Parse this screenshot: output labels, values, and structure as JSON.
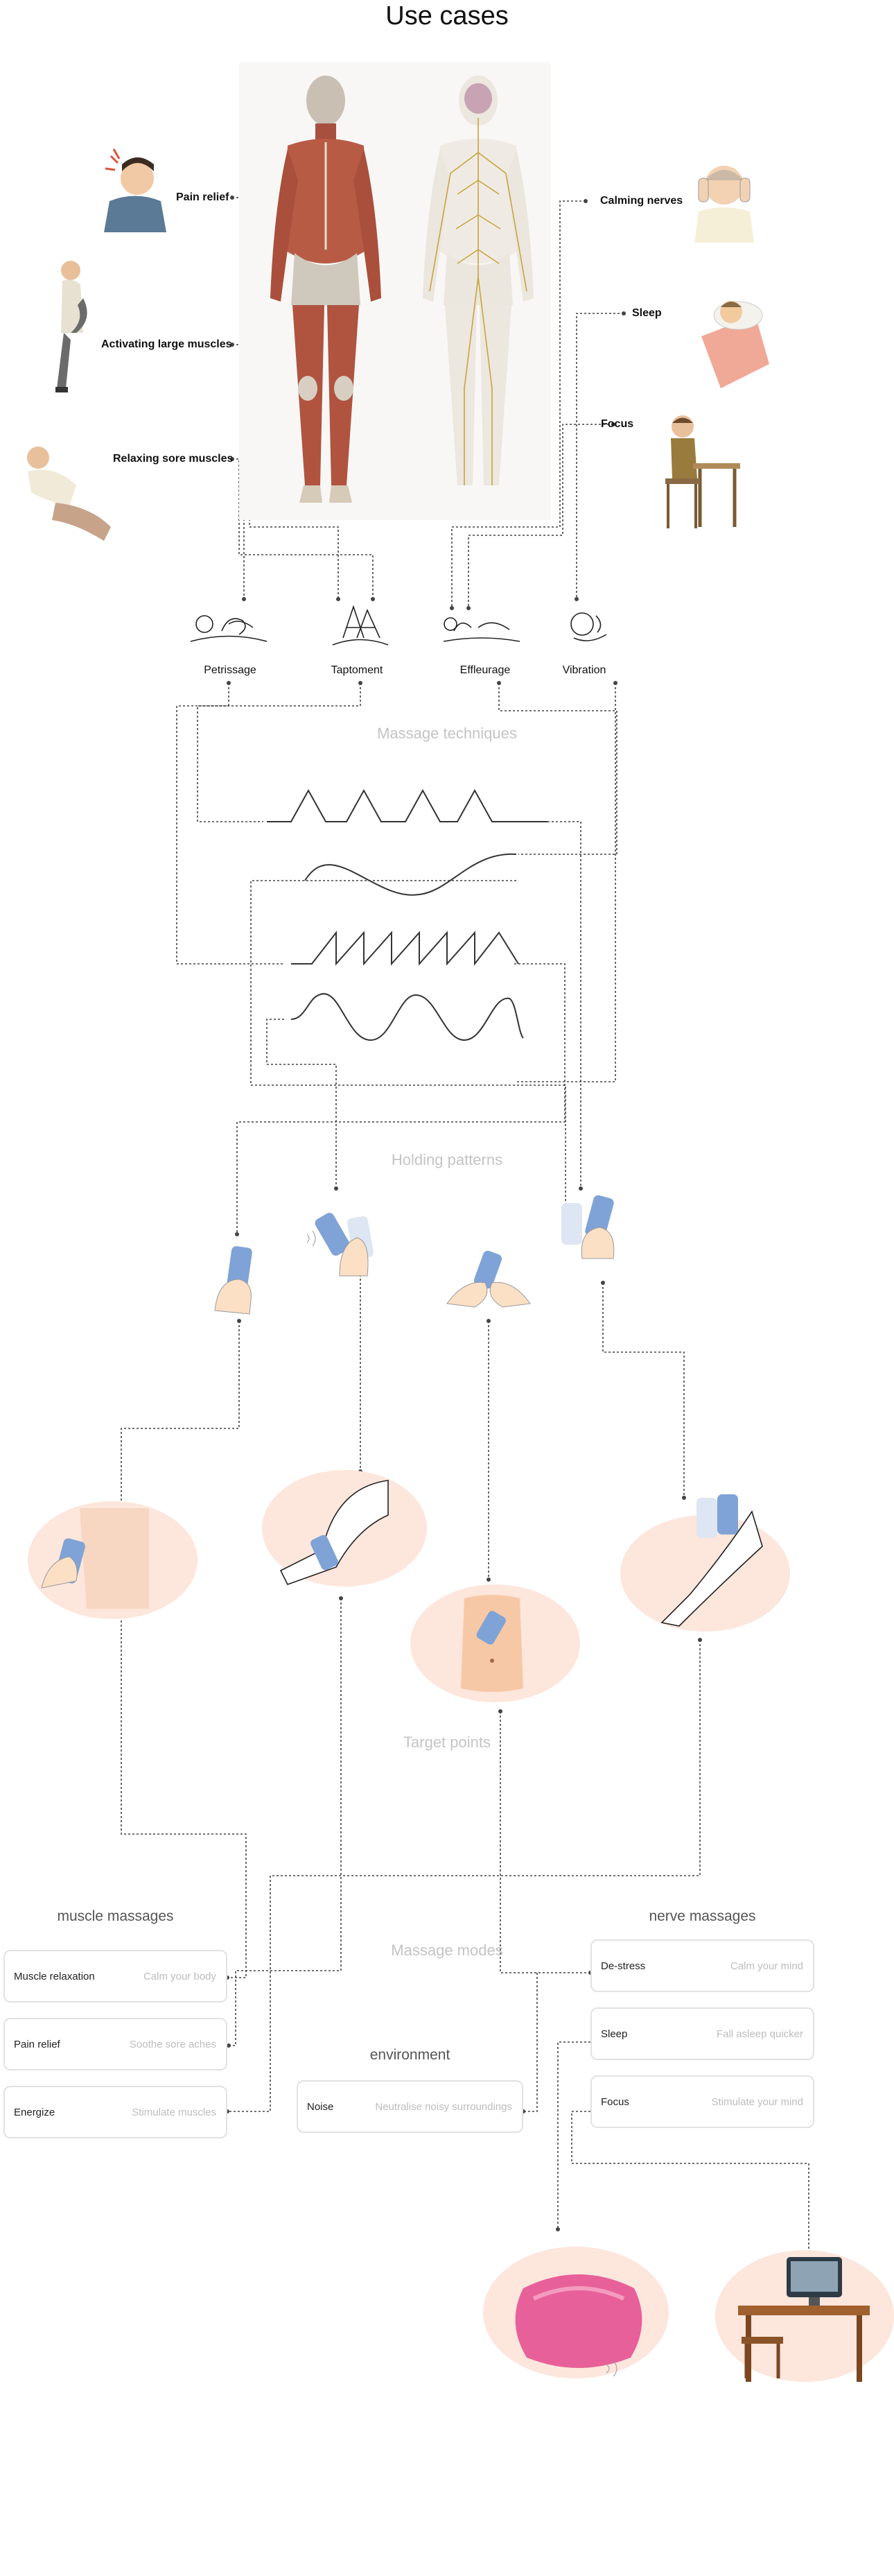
{
  "page": {
    "title": "Use cases"
  },
  "use_cases": {
    "left": [
      "Pain relief",
      "Activating large muscles",
      "Relaxing sore muscles"
    ],
    "right": [
      "Calming nerves",
      "Sleep",
      "Focus"
    ]
  },
  "techniques": [
    "Petrissage",
    "Taptoment",
    "Effleurage",
    "Vibration"
  ],
  "sections": {
    "massage_techniques": "Massage techniques",
    "holding_patterns": "Holding patterns",
    "target_points": "Target points",
    "massage_modes": "Massage modes"
  },
  "modes": {
    "muscle": {
      "title": "muscle massages",
      "items": [
        {
          "name": "Muscle relaxation",
          "desc": "Calm your body"
        },
        {
          "name": "Pain relief",
          "desc": "Soothe sore aches"
        },
        {
          "name": "Energize",
          "desc": "Stimulate muscles"
        }
      ]
    },
    "environment": {
      "title": "environment",
      "items": [
        {
          "name": "Noise",
          "desc": "Neutralise noisy surroundings"
        }
      ]
    },
    "nerve": {
      "title": "nerve massages",
      "items": [
        {
          "name": "De-stress",
          "desc": "Calm your mind"
        },
        {
          "name": "Sleep",
          "desc": "Fall asleep quicker"
        },
        {
          "name": "Focus",
          "desc": "Stimulate your mind"
        }
      ]
    }
  },
  "colors": {
    "connector": "#444444",
    "blob": "#fde6dc",
    "phone": "#7fa3d6",
    "muscle": "#b85b45",
    "pillow": "#e8609a"
  }
}
